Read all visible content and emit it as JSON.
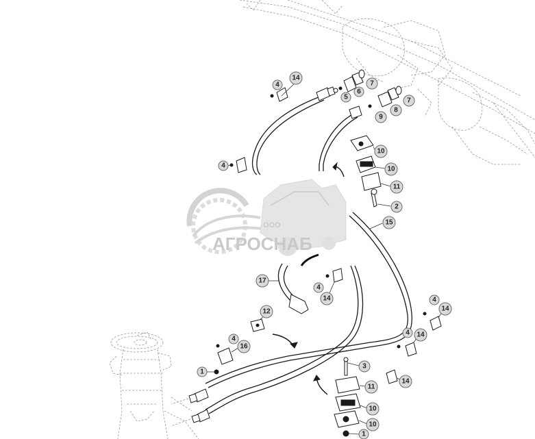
{
  "watermark": {
    "prefix": "ООО",
    "name": "АГРОСНАБ"
  },
  "callouts": [
    {
      "id": "c1",
      "label": "14"
    },
    {
      "id": "c2",
      "label": "4"
    },
    {
      "id": "c3",
      "label": "7"
    },
    {
      "id": "c4",
      "label": "5"
    },
    {
      "id": "c5",
      "label": "6"
    },
    {
      "id": "c6",
      "label": "7"
    },
    {
      "id": "c7",
      "label": "8"
    },
    {
      "id": "c8",
      "label": "9"
    },
    {
      "id": "c9",
      "label": "10"
    },
    {
      "id": "c10",
      "label": "10"
    },
    {
      "id": "c11",
      "label": "11"
    },
    {
      "id": "c12",
      "label": "2"
    },
    {
      "id": "c13",
      "label": "4"
    },
    {
      "id": "c14",
      "label": "15"
    },
    {
      "id": "c15",
      "label": "17"
    },
    {
      "id": "c16",
      "label": "4"
    },
    {
      "id": "c17",
      "label": "14"
    },
    {
      "id": "c18",
      "label": "4"
    },
    {
      "id": "c19",
      "label": "14"
    },
    {
      "id": "c20",
      "label": "12"
    },
    {
      "id": "c21",
      "label": "4"
    },
    {
      "id": "c22",
      "label": "14"
    },
    {
      "id": "c23",
      "label": "4"
    },
    {
      "id": "c24",
      "label": "16"
    },
    {
      "id": "c25",
      "label": "1"
    },
    {
      "id": "c26",
      "label": "3"
    },
    {
      "id": "c27",
      "label": "14"
    },
    {
      "id": "c28",
      "label": "11"
    },
    {
      "id": "c29",
      "label": "10"
    },
    {
      "id": "c30",
      "label": "10"
    },
    {
      "id": "c31",
      "label": "1"
    }
  ]
}
